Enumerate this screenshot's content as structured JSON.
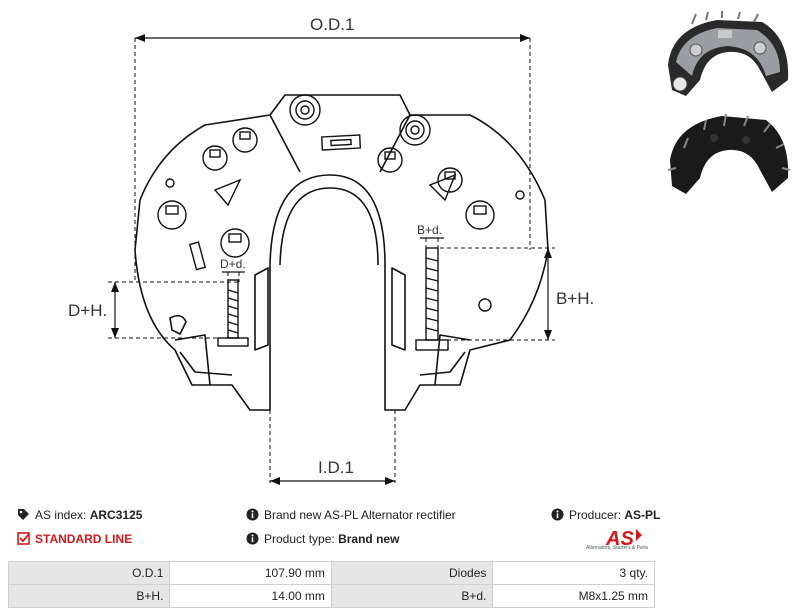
{
  "dimensions": {
    "od": "O.D.1",
    "id": "I.D.1",
    "dh": "D+H.",
    "bh": "B+H.",
    "bd": "B+d.",
    "dd": "D+d."
  },
  "info": {
    "as_index_label": "AS index:",
    "as_index_value": "ARC3125",
    "line": "STANDARD LINE",
    "description": "Brand new AS-PL Alternator rectifier",
    "product_type_label": "Product type:",
    "product_type_value": "Brand new",
    "producer_label": "Producer:",
    "producer_value": "AS-PL"
  },
  "logo": {
    "text": "AS",
    "subtitle": "Alternators, Starters & Parts"
  },
  "specs": [
    {
      "k1": "O.D.1",
      "v1": "107.90 mm",
      "k2": "Diodes",
      "v2": "3 qty."
    },
    {
      "k1": "B+H.",
      "v1": "14.00 mm",
      "k2": "B+d.",
      "v2": "M8x1.25 mm"
    }
  ],
  "colors": {
    "accent_red": "#d3191c",
    "label_bg": "#e6e6e6",
    "border": "#d0d0d0"
  }
}
